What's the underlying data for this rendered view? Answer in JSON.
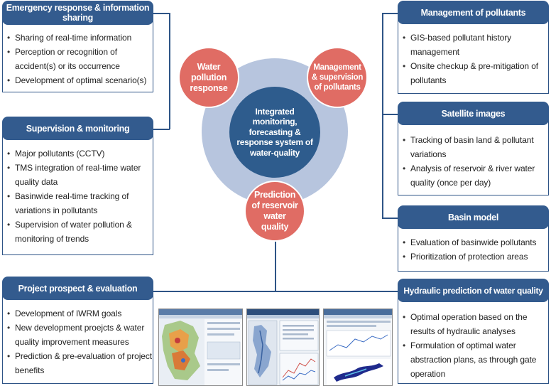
{
  "center": {
    "title": "Integrated monitoring, forecasting & response system of water-quality"
  },
  "circles": {
    "top_left": "Water pollution response",
    "top_right": "Management & supervision of pollutants",
    "bottom": "Prediction of reservoir water quality"
  },
  "emergency": {
    "header": "Emergency response & information sharing",
    "items": [
      "Sharing of real-time information",
      "Perception or recognition of accident(s) or its occurrence",
      "Development of optimal scenario(s)"
    ]
  },
  "supervision": {
    "header": "Supervision & monitoring",
    "items": [
      "Major pollutants (CCTV)",
      "TMS integration of real-time water quality data",
      "Basinwide real-time tracking of variations in pollutants",
      "Supervision of water pollution & monitoring of trends"
    ]
  },
  "project": {
    "header": "Project prospect & evaluation",
    "items": [
      "Development of IWRM goals",
      "New development proejcts & water quality improvement measures",
      "Prediction & pre-evaluation of project benefits"
    ]
  },
  "management": {
    "header": "Management of pollutants",
    "items": [
      "GIS-based pollutant history management",
      "Onsite checkup & pre-mitigation of pollutants"
    ]
  },
  "satellite": {
    "header": "Satellite images",
    "items": [
      "Tracking of basin land & pollutant variations",
      "Analysis of reservoir & river water quality (once per day)"
    ]
  },
  "basin": {
    "header": "Basin model",
    "items": [
      "Evaluation of basinwide pollutants",
      "Prioritization of protection areas"
    ]
  },
  "hydraulic": {
    "header": "Hydraulic prediction of water quality",
    "items": [
      "Optimal operation based on the results of hydraulic analyses",
      "Formulation of optimal water abstraction plans, as through gate operation"
    ]
  }
}
